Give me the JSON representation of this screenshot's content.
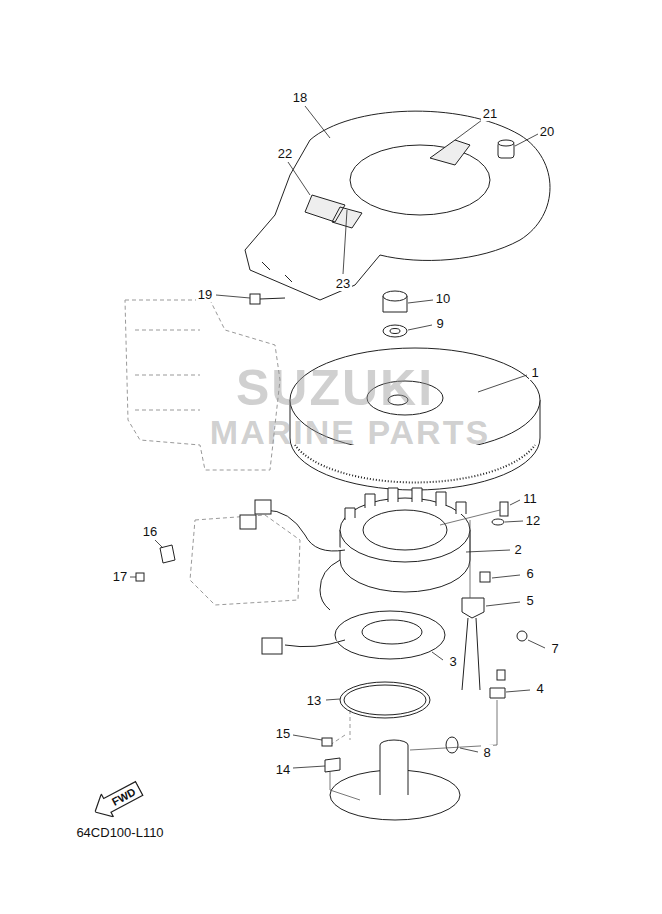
{
  "diagram": {
    "nodes": [
      {
        "text": [
          "FWD"
        ]
      }
    ],
    "labels": [
      "18",
      "21",
      "20",
      "22",
      "23",
      "19",
      "10",
      "9",
      "1",
      "SUZUKI",
      "MARINE PARTS",
      "11",
      "12",
      "16",
      "2",
      "17",
      "6",
      "5",
      "7",
      "3",
      "4",
      "13",
      "15",
      "8",
      "14",
      "64CD100-L110"
    ]
  }
}
